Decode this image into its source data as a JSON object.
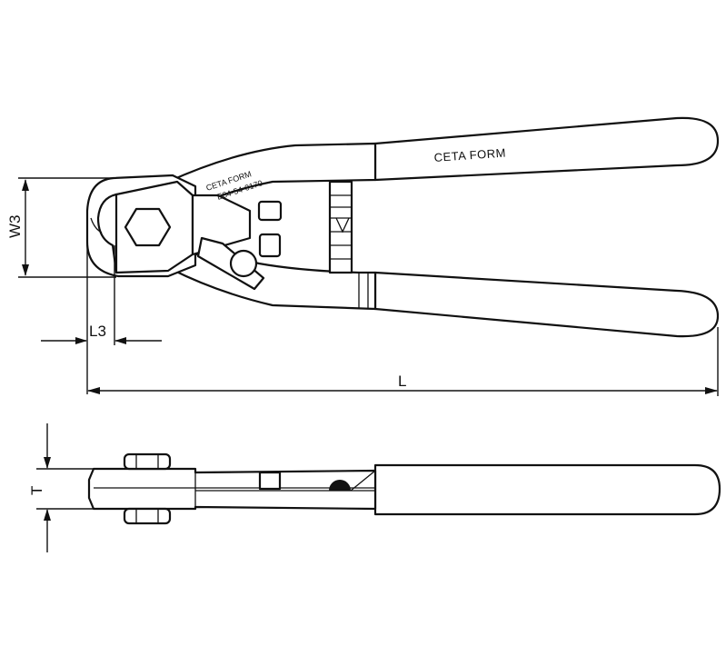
{
  "dimensions": {
    "width_label": "W3",
    "opening_label": "L3",
    "length_label": "L",
    "thickness_label": "T"
  },
  "markings": {
    "handle_brand": "CETA FORM",
    "head_brand": "CETA FORM",
    "part_number": "E84-54-0170"
  }
}
